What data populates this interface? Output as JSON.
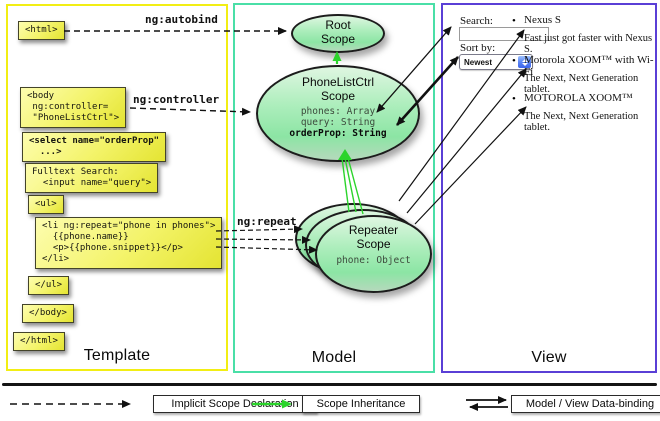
{
  "columns": {
    "template": {
      "label": "Template"
    },
    "model": {
      "label": "Model"
    },
    "view": {
      "label": "View"
    }
  },
  "template": {
    "boxes": [
      {
        "code": "<html>"
      },
      {
        "code": "<body\n ng:controller=\n \"PhoneListCtrl\">"
      },
      {
        "code": "<select name=\"orderProp\"\n  ...>"
      },
      {
        "code": "Fulltext Search:\n  <input name=\"query\">"
      },
      {
        "code": "<ul>"
      },
      {
        "code": "<li ng:repeat=\"phone in phones\">\n  {{phone.name}}\n  <p>{{phone.snippet}}</p>\n</li>"
      },
      {
        "code": "</ul>"
      },
      {
        "code": "</body>"
      },
      {
        "code": "</html>"
      }
    ]
  },
  "connectors": {
    "autobind": "ng:autobind",
    "controller": "ng:controller",
    "repeat": "ng:repeat"
  },
  "scopes": {
    "root": {
      "line1": "Root",
      "line2": "Scope"
    },
    "phonelist": {
      "line1": "PhoneListCtrl",
      "line2": "Scope",
      "prop1": "phones: Array",
      "prop2": "query: String",
      "prop3": "orderProp: String"
    },
    "repeater": {
      "line1": "Repeater",
      "line2": "Scope",
      "prop1": "phone: Object"
    }
  },
  "view": {
    "search_label": "Search:",
    "sort_label": "Sort by:",
    "sort_value": "Newest",
    "bullet": "•",
    "items": [
      {
        "name": "Nexus S",
        "snippet": "Fast just got faster with Nexus S."
      },
      {
        "name": "Motorola XOOM™ with Wi-Fi",
        "snippet": "The Next, Next Generation tablet."
      },
      {
        "name": "MOTOROLA XOOM™",
        "snippet": "The Next, Next Generation tablet."
      }
    ]
  },
  "legend": {
    "implicit": "Implicit Scope Declaration",
    "inheritance": "Scope Inheritance",
    "databinding": "Model / View Data-binding"
  },
  "colors": {
    "template_border": "#f2ee14",
    "model_border": "#4adfa7",
    "view_border": "#5a3fd6",
    "green_arrow": "#2bd42b"
  }
}
